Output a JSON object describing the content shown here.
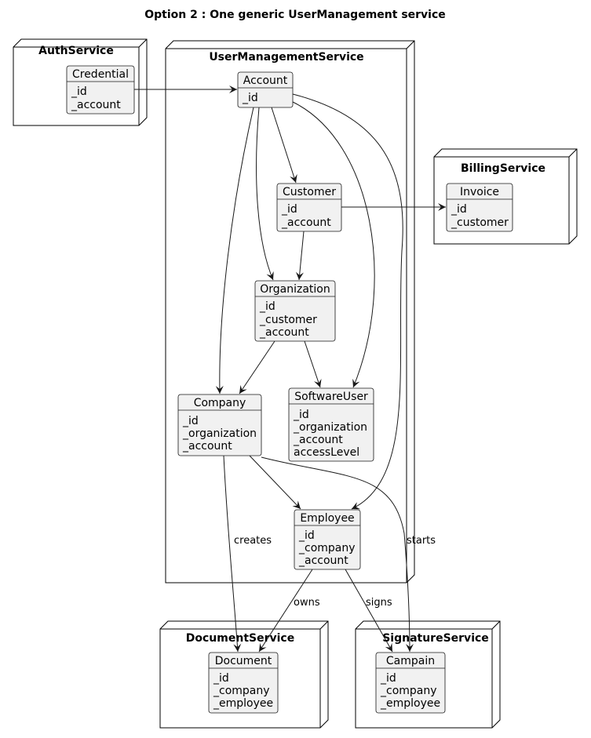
{
  "title": "Option 2 : One generic UserManagement service",
  "nodes": {
    "auth": "AuthService",
    "user_mgmt": "UserManagementService",
    "billing": "BillingService",
    "document": "DocumentService",
    "signature": "SignatureService"
  },
  "objects": {
    "credential": {
      "name": "Credential",
      "attrs": [
        "_id",
        "_account"
      ]
    },
    "account": {
      "name": "Account",
      "attrs": [
        "_id"
      ]
    },
    "customer": {
      "name": "Customer",
      "attrs": [
        "_id",
        "_account"
      ]
    },
    "invoice": {
      "name": "Invoice",
      "attrs": [
        "_id",
        "_customer"
      ]
    },
    "organization": {
      "name": "Organization",
      "attrs": [
        "_id",
        "_customer",
        "_account"
      ]
    },
    "company": {
      "name": "Company",
      "attrs": [
        "_id",
        "_organization",
        "_account"
      ]
    },
    "software_user": {
      "name": "SoftwareUser",
      "attrs": [
        "_id",
        "_organization",
        "_account",
        "accessLevel"
      ]
    },
    "employee": {
      "name": "Employee",
      "attrs": [
        "_id",
        "_company",
        "_account"
      ]
    },
    "document": {
      "name": "Document",
      "attrs": [
        "_id",
        "_company",
        "_employee"
      ]
    },
    "campaign": {
      "name": "Campain",
      "attrs": [
        "_id",
        "_company",
        "_employee"
      ]
    }
  },
  "edge_labels": {
    "creates": "creates",
    "starts": "starts",
    "owns": "owns",
    "signs": "signs"
  }
}
